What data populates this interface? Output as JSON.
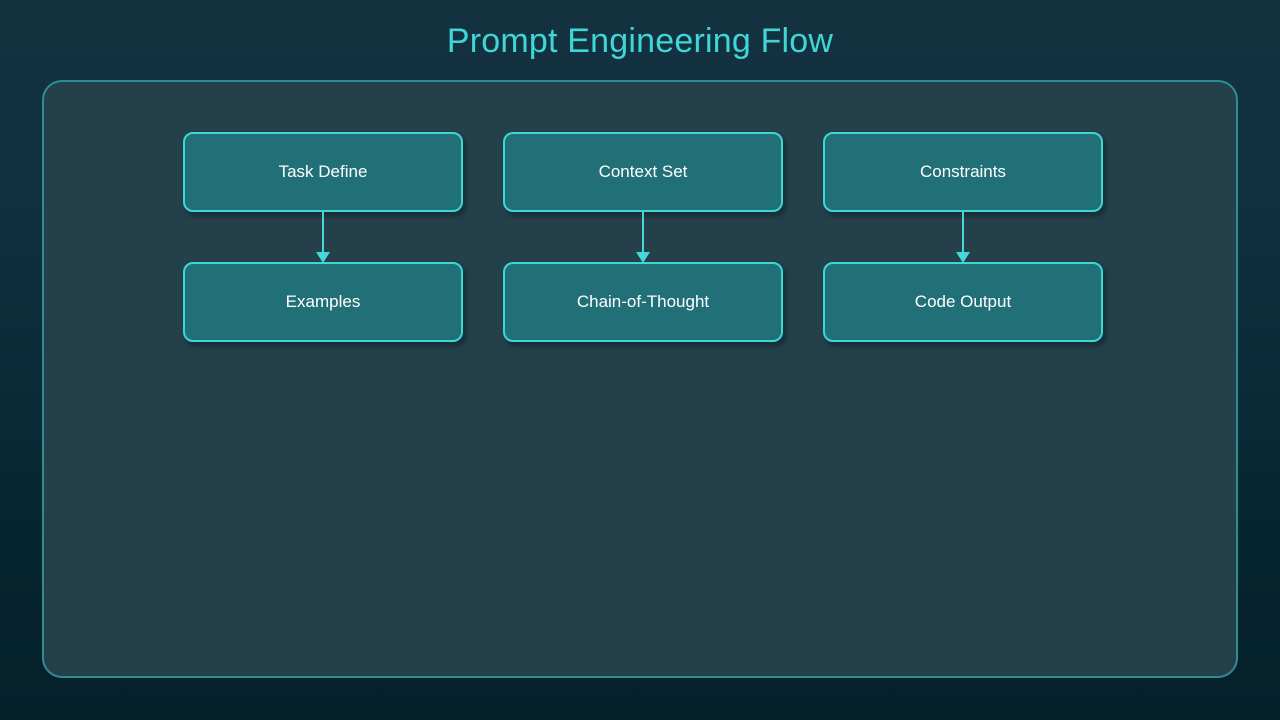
{
  "diagram": {
    "title": "Prompt Engineering Flow",
    "title_color": "#3fd6d6",
    "panel": {
      "background_color": "#24404a",
      "border_color": "#2d8d93"
    },
    "node_style": {
      "fill_color": "#217077",
      "border_color": "#3fd6d6",
      "text_color": "#ffffff"
    },
    "arrow_color": "#45d8d8",
    "columns": [
      {
        "id": "column-1",
        "top": {
          "label": "Task Define"
        },
        "bottom": {
          "label": "Examples"
        },
        "arrow": {
          "name": "arrow-down-icon",
          "from": "Task Define",
          "to": "Examples"
        }
      },
      {
        "id": "column-2",
        "top": {
          "label": "Context Set"
        },
        "bottom": {
          "label": "Chain-of-Thought"
        },
        "arrow": {
          "name": "arrow-down-icon",
          "from": "Context Set",
          "to": "Chain-of-Thought"
        }
      },
      {
        "id": "column-3",
        "top": {
          "label": "Constraints"
        },
        "bottom": {
          "label": "Code Output"
        },
        "arrow": {
          "name": "arrow-down-icon",
          "from": "Constraints",
          "to": "Code Output"
        }
      }
    ]
  }
}
